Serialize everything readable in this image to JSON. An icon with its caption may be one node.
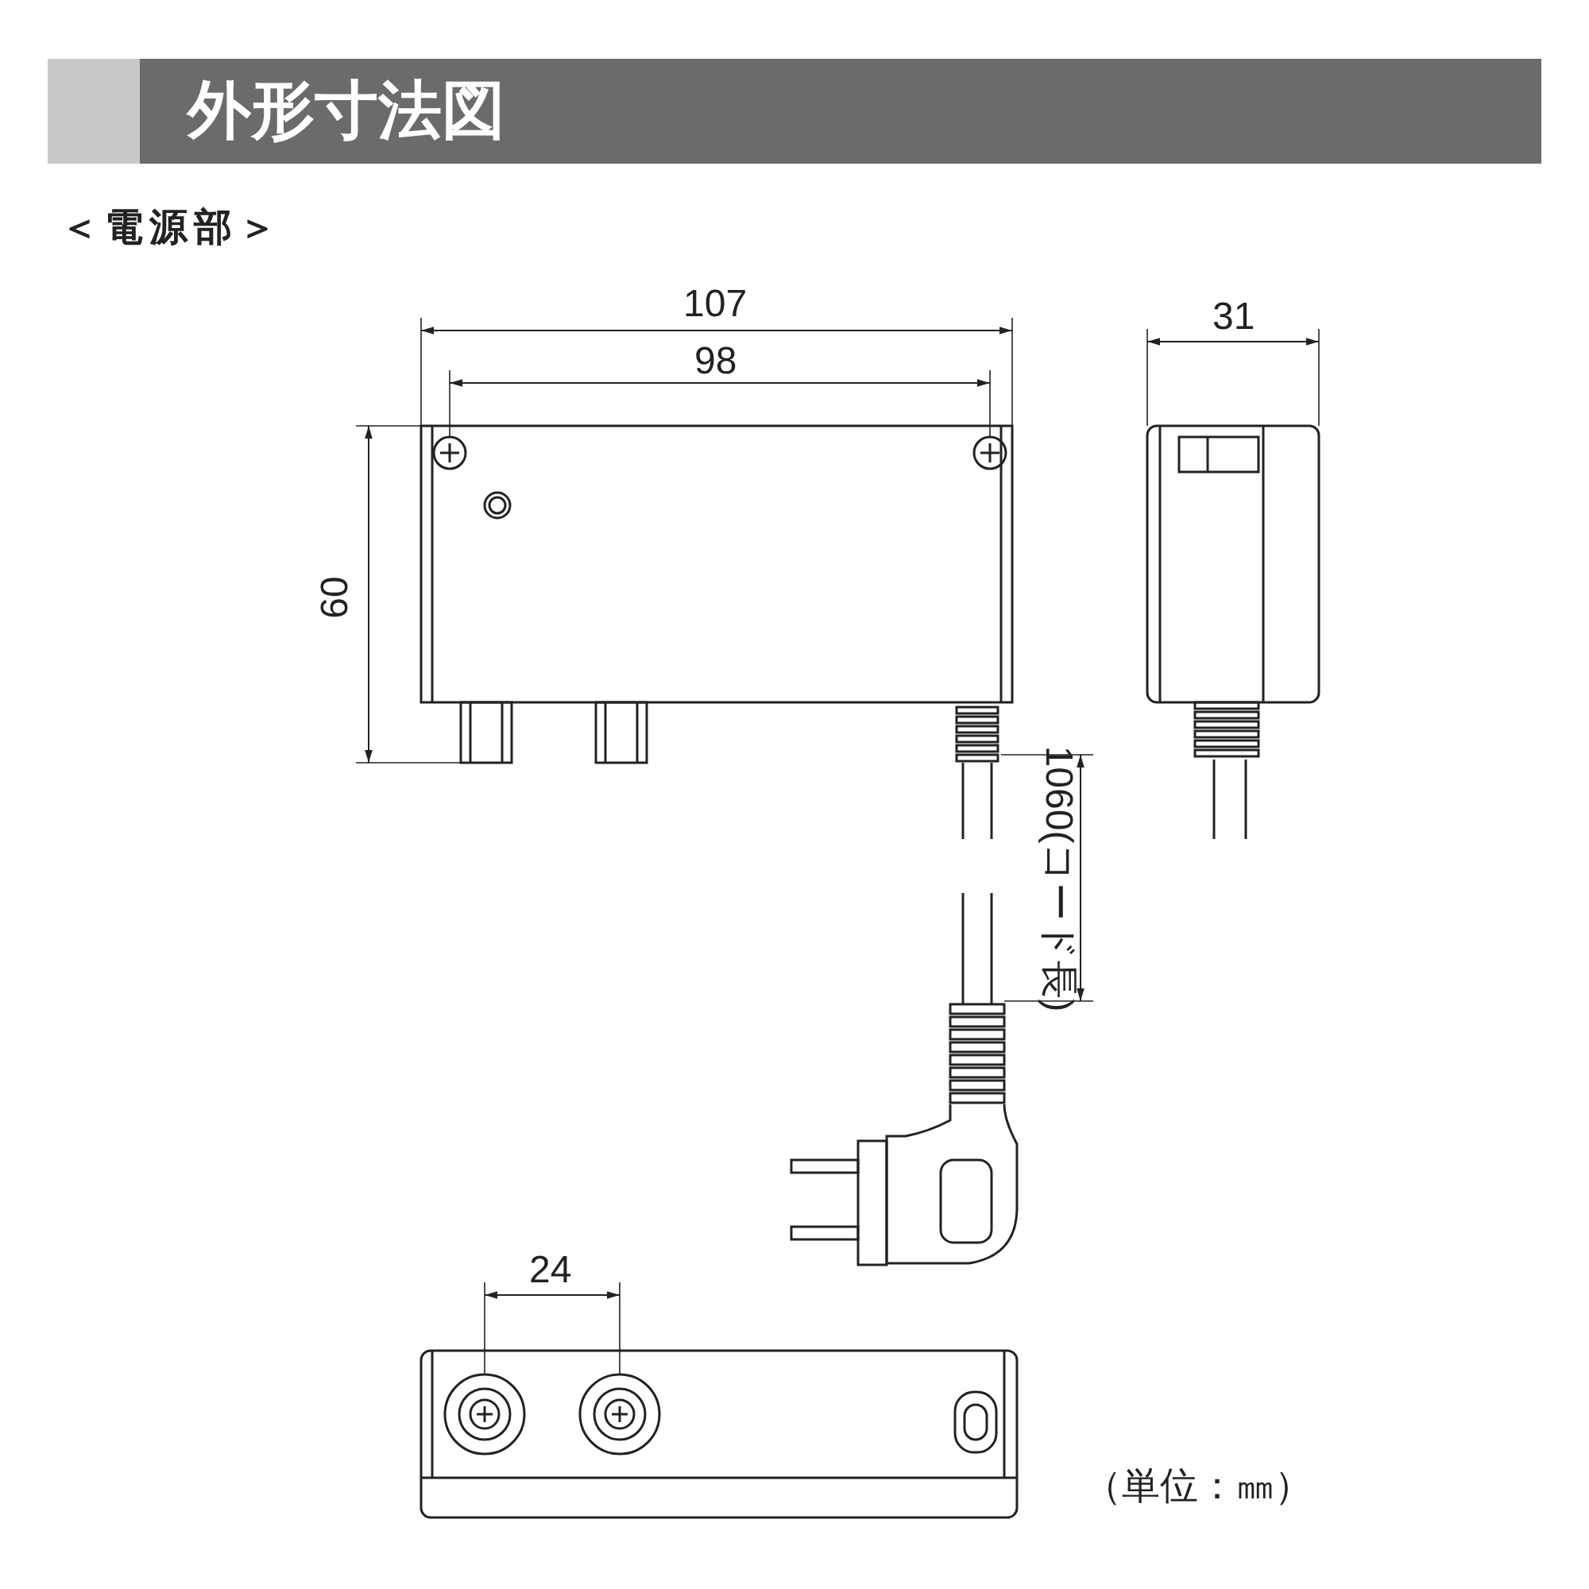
{
  "diagram": {
    "title": "外形寸法図",
    "labels": [
      "＜電源部＞",
      "107",
      "98",
      "31",
      "60",
      "1060(コード長)",
      "24",
      "（単位：㎜）"
    ]
  }
}
